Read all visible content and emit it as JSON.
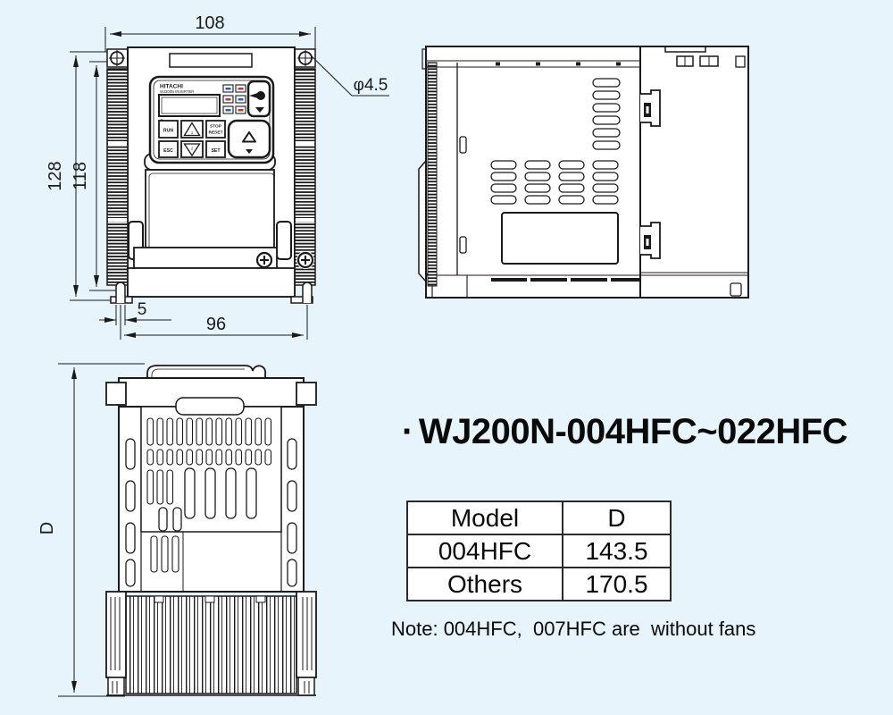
{
  "colors": {
    "background": "#e8f4fc",
    "line": "#1a1a1a",
    "keypad_accent_blue": "#3b55b5",
    "keypad_accent_red": "#b53b3b"
  },
  "drawing": {
    "front_view": {
      "dim_width": "108",
      "dim_height_overall": "128",
      "dim_height_mounting": "118",
      "dim_slot_offset": "5",
      "dim_mounting_width": "96",
      "dim_hole_dia": "φ4.5",
      "keypad": {
        "brand": "HITACHI",
        "model": "WJ200N INVERTER",
        "run": "RUN",
        "esc": "ESC",
        "stop": "STOP",
        "reset": "RESET",
        "set": "SET",
        "up": "1",
        "down": "2"
      }
    },
    "bottom_view": {
      "dim_depth": "D"
    }
  },
  "panel": {
    "bullet": "·",
    "title": "WJ200N-004HFC~022HFC",
    "table": {
      "headers": [
        "Model",
        "D"
      ],
      "rows": [
        [
          "004HFC",
          "143.5"
        ],
        [
          "Others",
          "170.5"
        ]
      ]
    },
    "note": "Note: 004HFC,  007HFC are  without fans"
  }
}
